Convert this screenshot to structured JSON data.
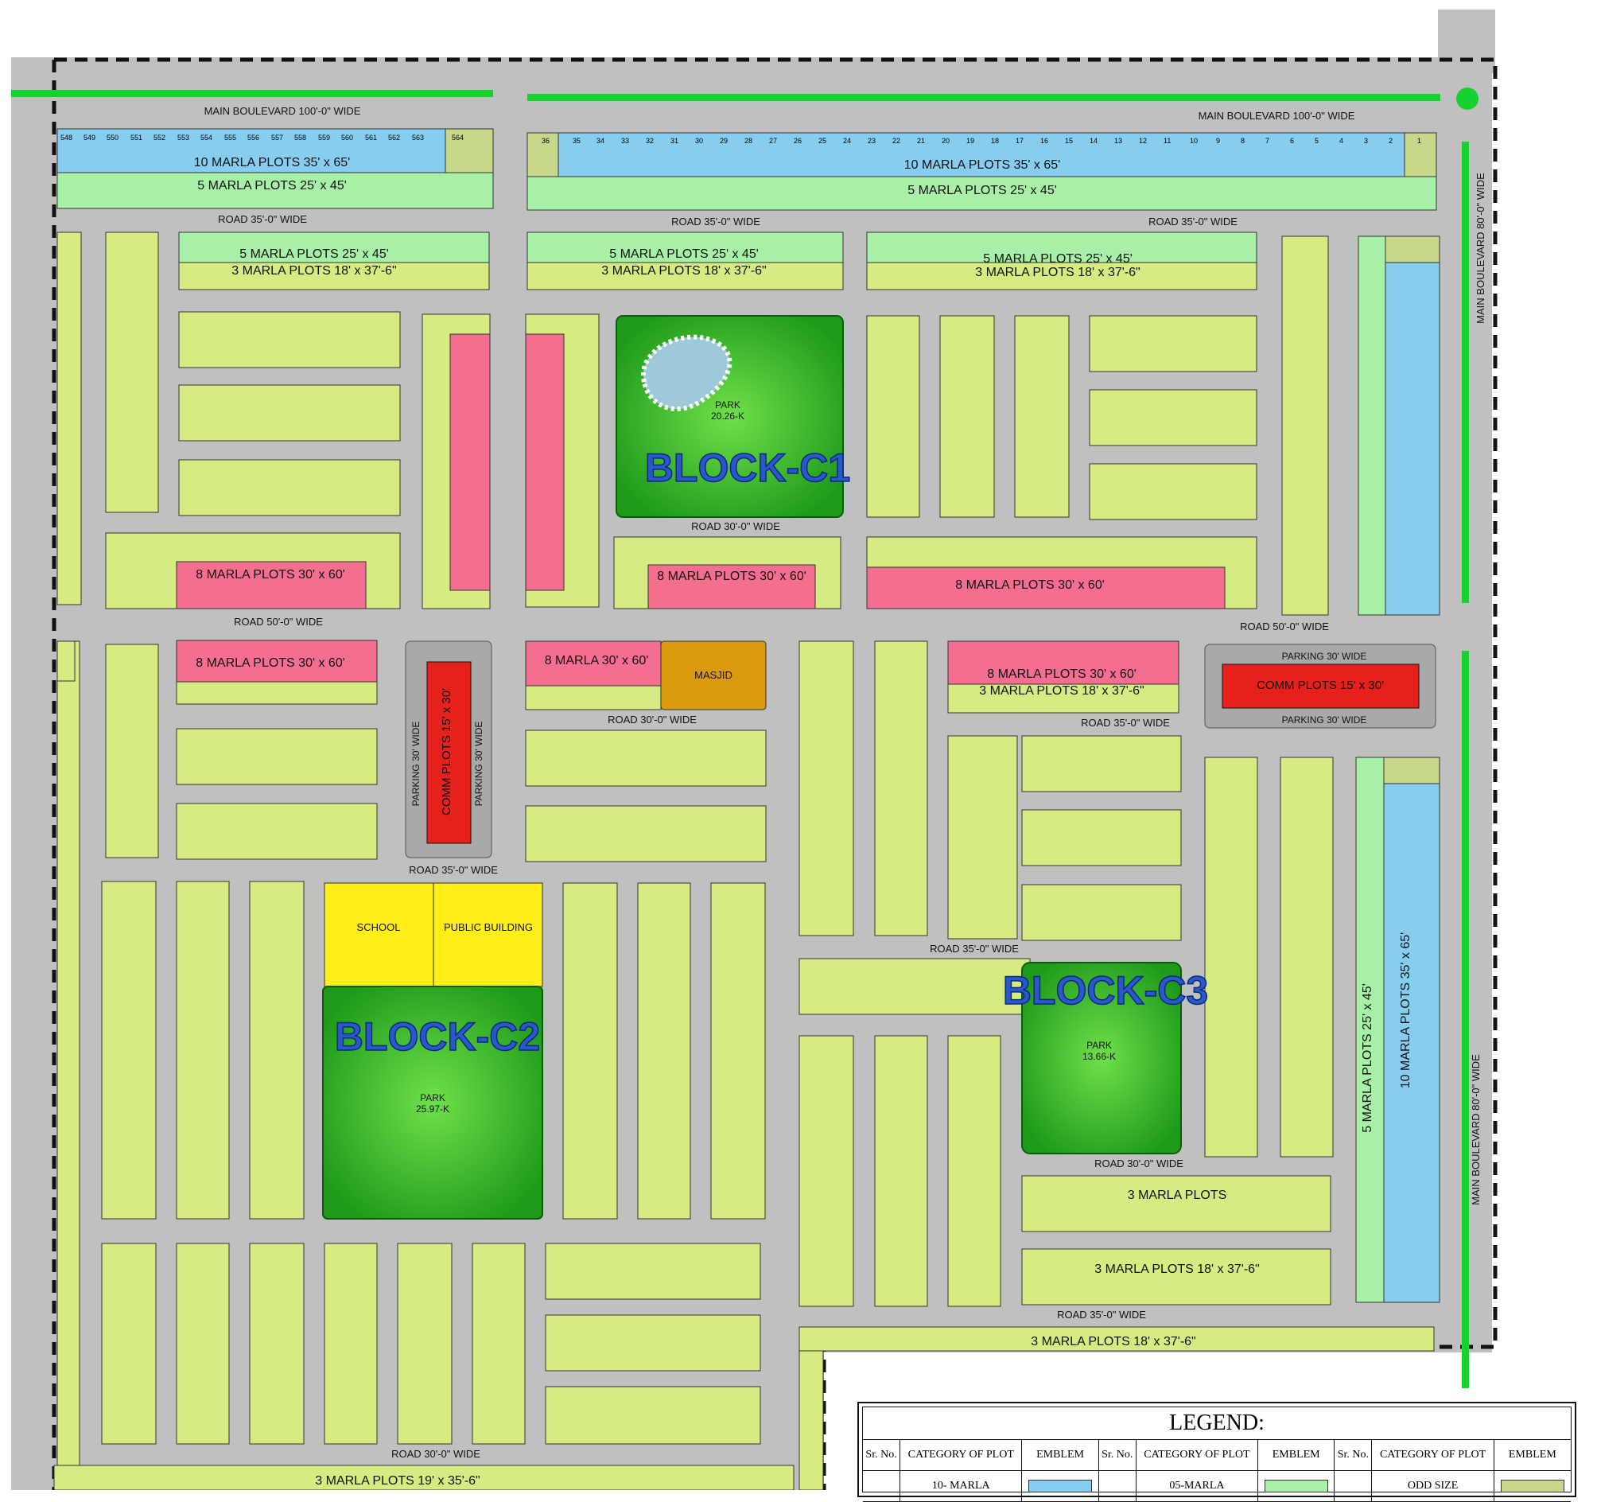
{
  "colors": {
    "road": "#c0c0c0",
    "green_belt": "#16d12e",
    "ten_marla": "#87cdf0",
    "five_marla": "#a8f0a8",
    "three_marla": "#d6ec82",
    "eight_marla": "#f46e90",
    "odd_size": "#c7d88a",
    "park": "#35b52a",
    "masjid": "#d99a10",
    "school": "#ffee1a",
    "commercial": "#e6201a",
    "parking": "#a9a9a9",
    "block_label": "#2a58c8"
  },
  "roads": [
    {
      "id": "main-boulevard-top-left",
      "label": "MAIN BOULEVARD 100'-0\" WIDE"
    },
    {
      "id": "main-boulevard-top-right",
      "label": "MAIN BOULEVARD 100'-0\" WIDE"
    },
    {
      "id": "main-boulevard-right-top",
      "label": "MAIN BOULEVARD 80'-0\" WIDE"
    },
    {
      "id": "main-boulevard-right-bottom",
      "label": "MAIN BOULEVARD 80'-0\" WIDE"
    },
    {
      "id": "road-35-top-left",
      "label": "ROAD 35'-0\" WIDE"
    },
    {
      "id": "road-35-top-mid",
      "label": "ROAD 35'-0\" WIDE"
    },
    {
      "id": "road-35-top-right",
      "label": "ROAD 35'-0\" WIDE"
    },
    {
      "id": "road-50-middle-left",
      "label": "ROAD 50'-0\" WIDE"
    },
    {
      "id": "road-50-middle-right",
      "label": "ROAD 50'-0\" WIDE"
    },
    {
      "id": "road-35-lower-left",
      "label": "ROAD 35'-0\" WIDE"
    },
    {
      "id": "road-35-lower-mid",
      "label": "ROAD 35'-0\" WIDE"
    },
    {
      "id": "road-35-bottom-right",
      "label": "ROAD 35'-0\" WIDE"
    },
    {
      "id": "road-30-bottom-left",
      "label": "ROAD 30'-0\" WIDE"
    },
    {
      "id": "road-30-park-c1",
      "label": "ROAD 30'-0\" WIDE"
    },
    {
      "id": "road-30-masjid",
      "label": "ROAD 30'-0\" WIDE"
    },
    {
      "id": "road-35-block-c3",
      "label": "ROAD 35'-0\" WIDE"
    },
    {
      "id": "road-30-park-c3",
      "label": "ROAD 30'-0\" WIDE"
    }
  ],
  "plots": [
    {
      "id": "top-left-10m",
      "label": "10 MARLA PLOTS 35' x 65'"
    },
    {
      "id": "top-left-5m",
      "label": "5 MARLA PLOTS 25' x 45'"
    },
    {
      "id": "top-right-10m",
      "label": "10 MARLA PLOTS 35' x 65'"
    },
    {
      "id": "top-right-5m",
      "label": "5 MARLA PLOTS 25' x 45'"
    },
    {
      "id": "row2-a-5m",
      "label": "5 MARLA PLOTS 25' x 45'"
    },
    {
      "id": "row2-a-3m",
      "label": "3 MARLA PLOTS 18' x 37'-6\""
    },
    {
      "id": "row2-b-5m",
      "label": "5 MARLA PLOTS 25' x 45'"
    },
    {
      "id": "row2-b-3m",
      "label": "3 MARLA PLOTS 18' x 37'-6\""
    },
    {
      "id": "row2-c-5m",
      "label": "5 MARLA PLOTS 25' x 45'"
    },
    {
      "id": "row2-c-3m",
      "label": "3 MARLA PLOTS 18' x 37'-6\""
    },
    {
      "id": "c1-8m-left",
      "label": "8 MARLA PLOTS 30' x 60'"
    },
    {
      "id": "c1-8m-mid",
      "label": "8 MARLA PLOTS 30' x 60'"
    },
    {
      "id": "c1-8m-right",
      "label": "8 MARLA PLOTS 30' x 60'"
    },
    {
      "id": "mid-8m-left",
      "label": "8 MARLA PLOTS 30' x 60'"
    },
    {
      "id": "mid-8m-masjid",
      "label": "8 MARLA  30' x 60'"
    },
    {
      "id": "mid-8m-right",
      "label": "8 MARLA PLOTS 30' x 60'"
    },
    {
      "id": "mid-3m-right",
      "label": "3 MARLA PLOTS 18' x 37'-6\""
    },
    {
      "id": "right-10m",
      "label": "10 MARLA PLOTS 35' x 65'"
    },
    {
      "id": "right-5m",
      "label": "5 MARLA PLOTS 25' x 45'"
    },
    {
      "id": "bottom-right-3m-a",
      "label": "3 MARLA PLOTS"
    },
    {
      "id": "bottom-right-3m-b",
      "label": "3 MARLA PLOTS 18' x 37'-6\""
    },
    {
      "id": "bottom-3m-strip",
      "label": "3 MARLA PLOTS 18' x 37'-6\""
    },
    {
      "id": "bottom-edge-3m",
      "label": "3 MARLA PLOTS  19' x 35'-6\""
    }
  ],
  "amenities": {
    "park_c1": {
      "name": "PARK",
      "area": "20.26-K"
    },
    "park_c2": {
      "name": "PARK",
      "area": "25.97-K"
    },
    "park_c3": {
      "name": "PARK",
      "area": "13.66-K"
    },
    "masjid": "MASJID",
    "school": "SCHOOL",
    "public_building": "PUBLIC BUILDING",
    "comm_plots_left": "COMM PLOTS 15' x 30'",
    "comm_plots_right": "COMM PLOTS 15' x 30'",
    "parking_top": "PARKING 30' WIDE",
    "parking_bottom": "PARKING 30' WIDE",
    "parking_left_a": "PARKING 30' WIDE",
    "parking_left_b": "PARKING 30' WIDE"
  },
  "blocks": {
    "c1": "BLOCK-C1",
    "c2": "BLOCK-C2",
    "c3": "BLOCK-C3"
  },
  "legend": {
    "title": "LEGEND:",
    "headers": [
      "Sr. No.",
      "CATEGORY OF PLOT",
      "EMBLEM",
      "Sr. No.",
      "CATEGORY OF PLOT",
      "EMBLEM",
      "Sr. No.",
      "CATEGORY OF PLOT",
      "EMBLEM"
    ],
    "row1": [
      "10- MARLA",
      "05-MARLA",
      "ODD SIZE"
    ]
  },
  "sample_plot_numbers": {
    "top_left": [
      "548",
      "549",
      "550",
      "551",
      "552",
      "553",
      "554",
      "555",
      "556",
      "557",
      "558",
      "559",
      "560",
      "561",
      "562",
      "563",
      "564"
    ],
    "top_right": [
      "36",
      "35",
      "34",
      "33",
      "32",
      "31",
      "30",
      "29",
      "28",
      "27",
      "26",
      "25",
      "24",
      "23",
      "22",
      "21",
      "20",
      "19",
      "18",
      "17",
      "16",
      "15",
      "14",
      "13",
      "12",
      "11",
      "10",
      "9",
      "8",
      "7",
      "6",
      "5",
      "4",
      "3",
      "2",
      "1"
    ]
  }
}
